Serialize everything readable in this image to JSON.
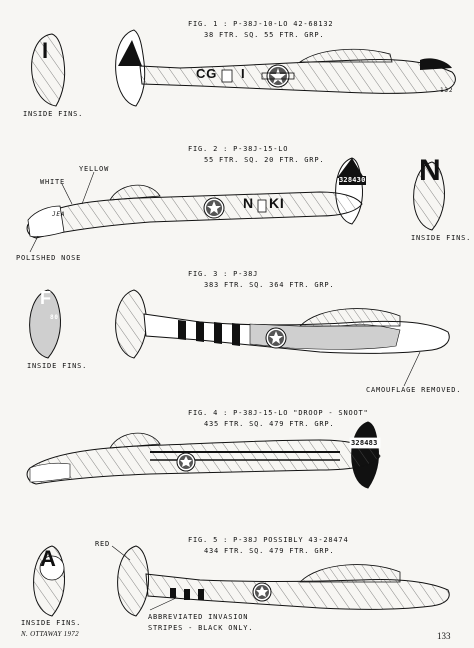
{
  "page_number": "133",
  "artist_signature": "N. OTTAWAY  1972",
  "colors": {
    "ink": "#111111",
    "paper": "#f7f6f3",
    "camouflage": "#cfcfcf",
    "hatch": "#555555"
  },
  "figures": [
    {
      "label": "FIG. 1 :  P-38J-10-LO  42-68132",
      "unit": "38 FTR. SQ.  55 FTR. GRP.",
      "fin_letter": "I",
      "fin_marking": "triangle",
      "fuselage_code": "CG",
      "fuselage_letter": "I",
      "tail_serial": "132",
      "notes": [
        "INSIDE FINS."
      ]
    },
    {
      "label": "FIG. 2 :  P-38J-15-LO",
      "unit": "55 FTR. SQ. 20 FTR. GRP.",
      "fin_letter": "N",
      "fin_serial": "328430",
      "fuselage_code_left": "N",
      "fuselage_code_right": "KI",
      "nose_name": "JEA",
      "notes": [
        "WHITE",
        "YELLOW",
        "POLISHED NOSE",
        "INSIDE FINS."
      ]
    },
    {
      "label": "FIG. 3 :  P-38J",
      "unit": "383 FTR. SQ.  364 FTR. GRP.",
      "fin_letter": "F",
      "fin_code": "80",
      "notes": [
        "INSIDE FINS.",
        "CAMOUFLAGE  REMOVED."
      ]
    },
    {
      "label": "FIG. 4 :  P-38J-15-LO \"DROOP - SNOOT\"",
      "unit": "435 FTR. SQ.  479 FTR. GRP.",
      "fin_serial": "328483",
      "notes": []
    },
    {
      "label": "FIG. 5 :  P-38J  POSSIBLY 43-28474",
      "unit": "434 FTR. SQ.  479 FTR. GRP.",
      "fin_letter": "A",
      "notes": [
        "RED",
        "INSIDE FINS.",
        "ABBREVIATED  INVASION",
        "STRIPES - BLACK ONLY."
      ]
    }
  ]
}
